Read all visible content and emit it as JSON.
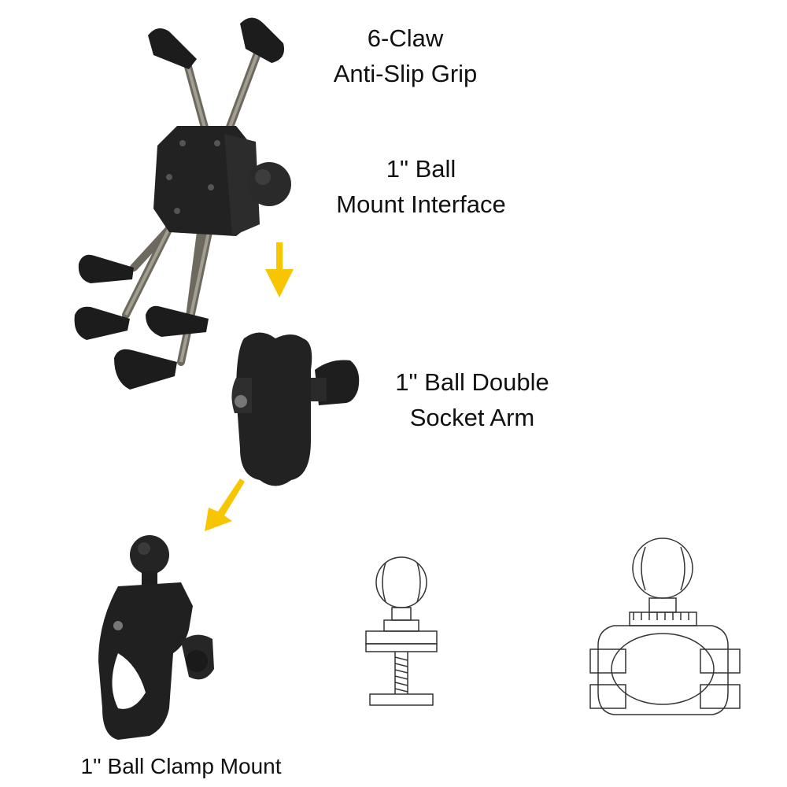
{
  "labels": {
    "claw_grip": {
      "line1": "6-Claw",
      "line2": "Anti-Slip Grip"
    },
    "ball_interface": {
      "line1": "1\" Ball",
      "line2": "Mount Interface"
    },
    "socket_arm": {
      "line1": "1\" Ball Double",
      "line2": "Socket Arm"
    },
    "clamp_mount": {
      "line1": "1'' Ball Clamp Mount"
    }
  },
  "colors": {
    "arrow": "#f7c600",
    "rubber": "#1c1c1c",
    "metal": "#8a8478",
    "line_drawing": "#333333"
  },
  "icons": [
    "arrow-down-icon",
    "arrow-down-left-icon"
  ]
}
